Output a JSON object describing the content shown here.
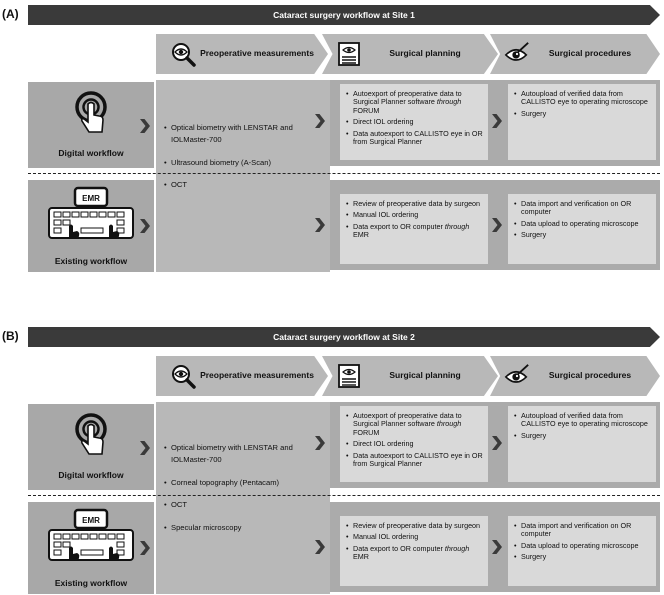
{
  "panels": [
    {
      "label": "(A)",
      "title": "Cataract surgery workflow at Site 1",
      "stages": {
        "preop": "Preoperative measurements",
        "planning": "Surgical planning",
        "procedures": "Surgical procedures"
      },
      "workflows": {
        "digital": "Digital workflow",
        "existing": "Existing workflow",
        "emr": "EMR"
      },
      "preop_items": [
        "Optical biometry with LENSTAR and IOLMaster-700",
        "Ultrasound biometry (A-Scan)",
        "OCT"
      ],
      "digital_planning": [
        [
          "Autoexport of preoperative data to Surgical Planner software ",
          "through",
          " FORUM"
        ],
        [
          "Direct IOL ordering",
          "",
          ""
        ],
        [
          "Data autoexport to CALLISTO eye in OR from Surgical Planner",
          "",
          ""
        ]
      ],
      "digital_procedures": [
        [
          "Autoupload of verified data from CALLISTO eye to operating microscope",
          "",
          ""
        ],
        [
          "Surgery",
          "",
          ""
        ]
      ],
      "existing_planning": [
        [
          "Review of preoperative data by surgeon",
          "",
          ""
        ],
        [
          "Manual IOL ordering",
          "",
          ""
        ],
        [
          "Data export to OR computer ",
          "through",
          " EMR"
        ]
      ],
      "existing_procedures": [
        [
          "Data import and verification on OR computer",
          "",
          ""
        ],
        [
          "Data upload to operating microscope",
          "",
          ""
        ],
        [
          "Surgery",
          "",
          ""
        ]
      ]
    },
    {
      "label": "(B)",
      "title": "Cataract surgery workflow at Site 2",
      "stages": {
        "preop": "Preoperative measurements",
        "planning": "Surgical planning",
        "procedures": "Surgical procedures"
      },
      "workflows": {
        "digital": "Digital workflow",
        "existing": "Existing workflow",
        "emr": "EMR"
      },
      "preop_items": [
        "Optical biometry with LENSTAR and IOLMaster-700",
        "Corneal topography (Pentacam)",
        "OCT",
        "Specular microscopy"
      ],
      "digital_planning": [
        [
          "Autoexport of preoperative data to Surgical Planner software ",
          "through",
          " FORUM"
        ],
        [
          "Direct IOL ordering",
          "",
          ""
        ],
        [
          "Data autoexport to CALLISTO eye in OR from Surgical Planner",
          "",
          ""
        ]
      ],
      "digital_procedures": [
        [
          "Autoupload of verified data from CALLISTO eye to operating microscope",
          "",
          ""
        ],
        [
          "Surgery",
          "",
          ""
        ]
      ],
      "existing_planning": [
        [
          "Review of preoperative data by surgeon",
          "",
          ""
        ],
        [
          "Manual IOL ordering",
          "",
          ""
        ],
        [
          "Data export to OR computer ",
          "through",
          " EMR"
        ]
      ],
      "existing_procedures": [
        [
          "Data import and verification on OR computer",
          "",
          ""
        ],
        [
          "Data upload to operating microscope",
          "",
          ""
        ],
        [
          "Surgery",
          "",
          ""
        ]
      ]
    }
  ],
  "icons": [
    "magnifier-eye-icon",
    "document-eye-icon",
    "scalpel-eye-icon",
    "touch-finger-icon",
    "emr-computer-icon"
  ]
}
